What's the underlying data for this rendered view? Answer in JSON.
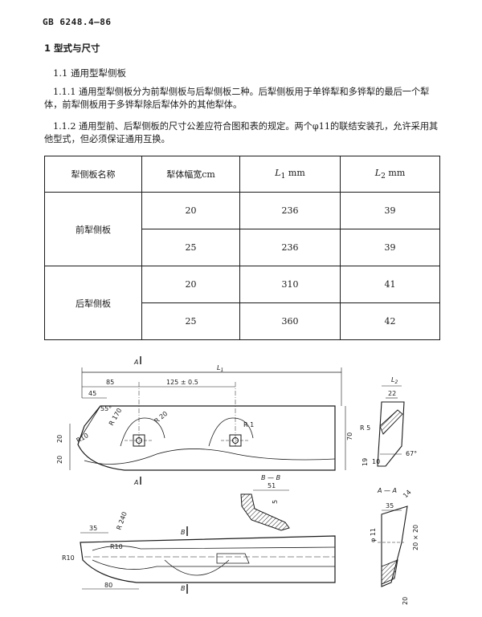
{
  "header": {
    "doc_id": "GB 6248.4—86"
  },
  "section": {
    "title": "1 型式与尺寸",
    "subtitle": "1.1 通用型犁侧板"
  },
  "paragraphs": {
    "p1": "1.1.1 通用型犁侧板分为前犁侧板与后犁侧板二种。后犁侧板用于单铧犁和多铧犁的最后一个犁体，前犁侧板用于多铧犁除后犁体外的其他犁体。",
    "p2": "1.1.2 通用型前、后犁侧板的尺寸公差应符合图和表的规定。两个φ11的联结安装孔，允许采用其他型式，但必须保证通用互换。"
  },
  "table": {
    "headers": {
      "name": "犁侧板名称",
      "width": "犁体幅宽cm",
      "l1_sym": "L",
      "l1_sub": "1",
      "l1_unit": " mm",
      "l2_sym": "L",
      "l2_sub": "2",
      "l2_unit": " mm"
    },
    "front_name": "前犁侧板",
    "rear_name": "后犁侧板",
    "rows": [
      {
        "width": "20",
        "l1": "236",
        "l2": "39"
      },
      {
        "width": "25",
        "l1": "236",
        "l2": "39"
      },
      {
        "width": "20",
        "l1": "310",
        "l2": "41"
      },
      {
        "width": "25",
        "l1": "360",
        "l2": "42"
      }
    ]
  },
  "drawing": {
    "labels": {
      "a_top": "A",
      "a_mid": "A",
      "l1": "L",
      "l1_sub": "1",
      "d85": "85",
      "d125": "125 ± 0.5",
      "d45": "45",
      "angle55": "55°",
      "r170": "R 170",
      "r20": "R 20",
      "r1": "R 1",
      "r10_top": "R10",
      "d20a": "20",
      "d20b": "20",
      "d70": "70",
      "bb": "B — B",
      "l2": "L",
      "l2_sub": "2",
      "d22": "22",
      "r5": "R 5",
      "d10": "10",
      "angle67": "67°",
      "d19": "19",
      "d51": "51",
      "d5": "5",
      "aa": "A — A",
      "d35b": "35",
      "d14": "14",
      "d35": "35",
      "r240": "R 240",
      "b_top": "B",
      "b_bottom": "B",
      "r10_bottom": "R10",
      "r10_small": "R10",
      "d80": "80",
      "phi11": "φ 11",
      "d20x20": "20 × 20",
      "d20tol": "20"
    }
  }
}
